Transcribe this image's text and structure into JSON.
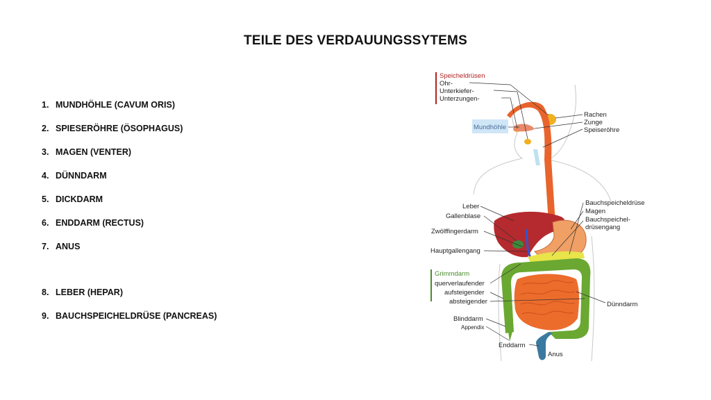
{
  "title": "TEILE DES VERDAUUNGSSYTEMS",
  "list_primary": [
    {
      "num": "1.",
      "text": "MUNDHÖHLE (CAVUM ORIS)"
    },
    {
      "num": "2.",
      "text": "SPIESERÖHRE (ÖSOPHAGUS)"
    },
    {
      "num": "3.",
      "text": "MAGEN (VENTER)"
    },
    {
      "num": "4.",
      "text": "DÜNNDARM"
    },
    {
      "num": "5.",
      "text": "DICKDARM"
    },
    {
      "num": "6.",
      "text": "ENDDARM (RECTUS)"
    },
    {
      "num": "7.",
      "text": "ANUS"
    }
  ],
  "list_secondary": [
    {
      "num": "8.",
      "text": "LEBER (HEPAR)"
    },
    {
      "num": "9.",
      "text": "BAUCHSPEICHELDRÜSE (PANCREAS)"
    }
  ],
  "diagram": {
    "speicheldruesen": "Speicheldrüsen",
    "ohr": "Ohr-",
    "unterkiefer": "Unterkiefer-",
    "unterzungen": "Unterzungen-",
    "mundhoehle": "Mundhöhle",
    "rachen": "Rachen",
    "zunge": "Zunge",
    "speiseroehre": "Speiseröhre",
    "leber": "Leber",
    "gallenblase": "Gallenblase",
    "zwoelffingerdarm": "Zwölffingerdarm",
    "hauptgallengang": "Hauptgallengang",
    "bauchspeicheldruese": "Bauchspeicheldrüse",
    "magen": "Magen",
    "bauchspeichel": "Bauchspeichel-",
    "druesengang": "drüsengang",
    "grimmdarm": "Grimmdarm",
    "querverlaufender": "querverlaufender",
    "aufsteigender": "aufsteigender",
    "absteigender": "absteigender",
    "blinddarm": "Blinddarm",
    "appendix": "Appendix",
    "enddarm": "Enddarm",
    "anus": "Anus",
    "duenndarm": "Dünndarm"
  }
}
